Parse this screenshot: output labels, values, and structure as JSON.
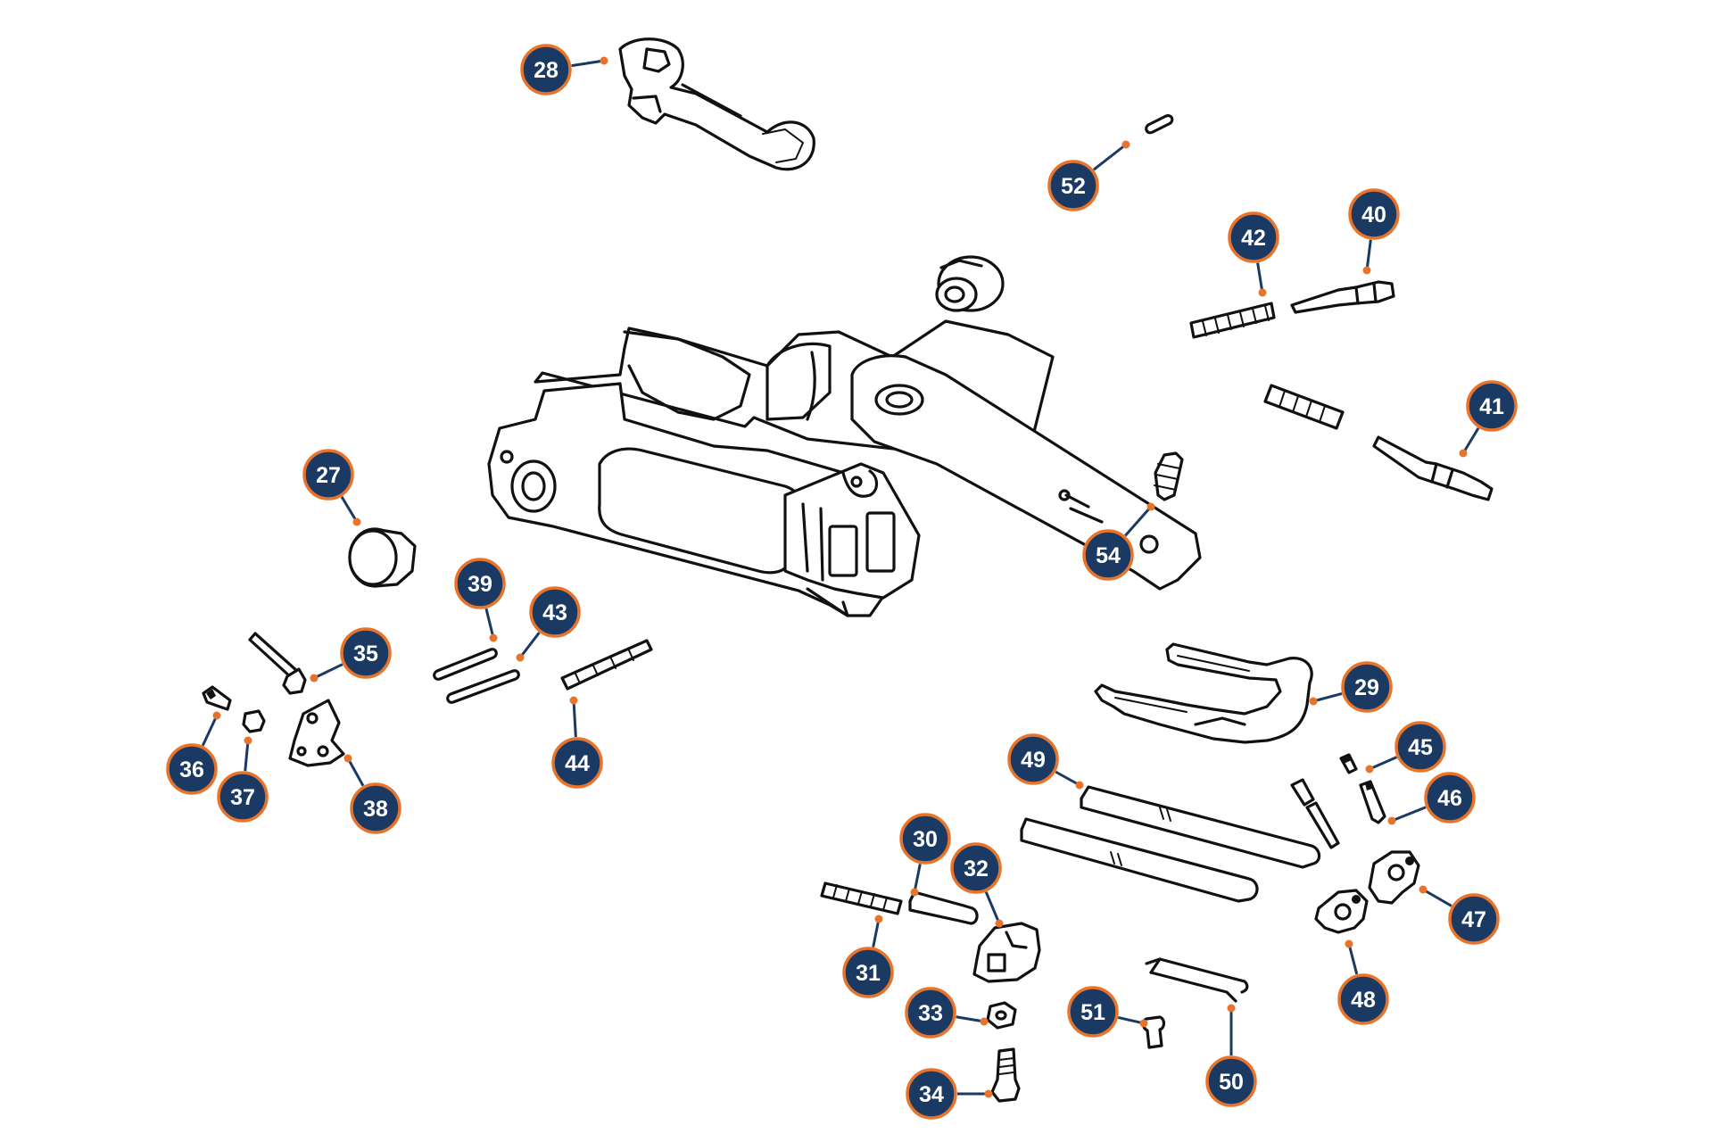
{
  "diagram": {
    "callouts": [
      {
        "id": "28",
        "label": "28"
      },
      {
        "id": "52",
        "label": "52"
      },
      {
        "id": "42",
        "label": "42"
      },
      {
        "id": "40",
        "label": "40"
      },
      {
        "id": "41",
        "label": "41"
      },
      {
        "id": "27",
        "label": "27"
      },
      {
        "id": "54",
        "label": "54"
      },
      {
        "id": "39",
        "label": "39"
      },
      {
        "id": "43",
        "label": "43"
      },
      {
        "id": "35",
        "label": "35"
      },
      {
        "id": "29",
        "label": "29"
      },
      {
        "id": "44",
        "label": "44"
      },
      {
        "id": "36",
        "label": "36"
      },
      {
        "id": "37",
        "label": "37"
      },
      {
        "id": "38",
        "label": "38"
      },
      {
        "id": "45",
        "label": "45"
      },
      {
        "id": "49",
        "label": "49"
      },
      {
        "id": "46",
        "label": "46"
      },
      {
        "id": "30",
        "label": "30"
      },
      {
        "id": "32",
        "label": "32"
      },
      {
        "id": "47",
        "label": "47"
      },
      {
        "id": "31",
        "label": "31"
      },
      {
        "id": "48",
        "label": "48"
      },
      {
        "id": "33",
        "label": "33"
      },
      {
        "id": "51",
        "label": "51"
      },
      {
        "id": "50",
        "label": "50"
      },
      {
        "id": "34",
        "label": "34"
      }
    ],
    "colors": {
      "badge_fill": "#1b3a63",
      "badge_ring": "#e8742c",
      "leader": "#1b3a63",
      "leader_dot": "#e8742c",
      "line_art": "#111111"
    }
  }
}
